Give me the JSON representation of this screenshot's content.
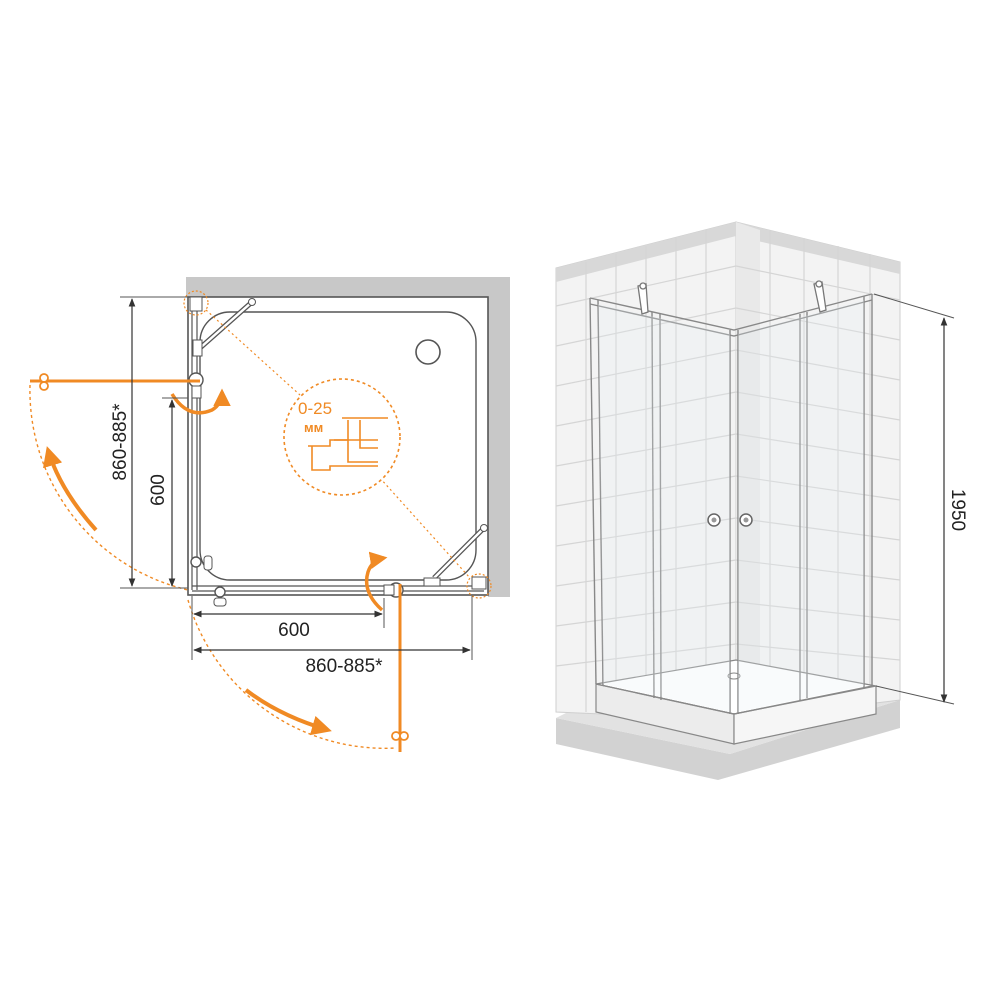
{
  "plan": {
    "left_total": "860-885*",
    "left_inner": "600",
    "bottom_inner": "600",
    "bottom_total": "860-885*",
    "detail_range": "0-25",
    "detail_unit": "мм"
  },
  "elevation": {
    "height": "1950"
  },
  "colors": {
    "accent": "#f08a24",
    "line": "#444444",
    "wall": "#c8c8c8",
    "tray": "#ffffff"
  }
}
